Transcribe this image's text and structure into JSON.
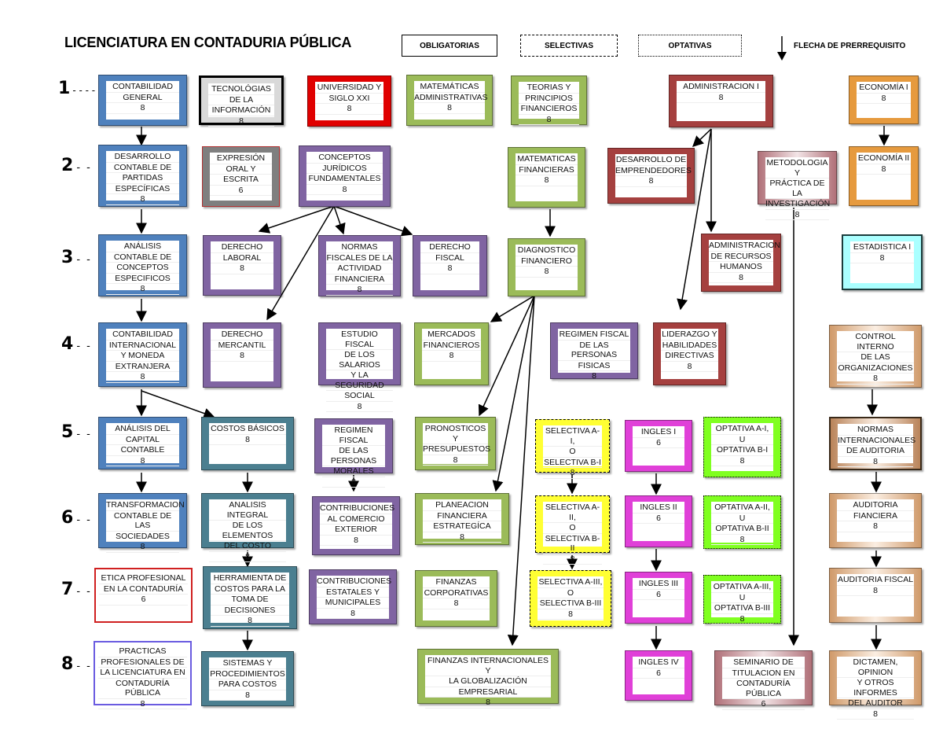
{
  "header": {
    "title": "LICENCIATURA EN  CONTADURIA PÚBLICA",
    "legend": {
      "obligatorias": "OBLIGATORIAS",
      "selectivas": "SELECTIVAS",
      "optativas": "OPTATIVAS",
      "arrow": "FLECHA DE PRERREQUISITO"
    }
  },
  "rows": [
    "1",
    "2",
    "3",
    "4",
    "5",
    "6",
    "7",
    "8"
  ],
  "colors": {
    "blue": "#4f81bd",
    "purple": "#8064a2",
    "green": "#9bbb59",
    "darkred": "#a5403f",
    "red": "#e00000",
    "orange": "#e69a3e",
    "teal": "#4b7f90",
    "magenta": "#e040d8",
    "yellow": "#ffff33",
    "lime": "#80ff20",
    "cyan": "#aaffff",
    "tan": "#d9a97e",
    "pink": "#c8a0a6",
    "gray": "#7f7f7f"
  },
  "courses": [
    {
      "id": "contabilidad-general",
      "lines": [
        "CONTABILIDAD",
        "GENERAL"
      ],
      "credits": "8"
    },
    {
      "id": "tecnologias-informacion",
      "lines": [
        "TECNOLÓGIAS",
        "DE LA",
        "INFORMACIÓN"
      ],
      "credits": "8"
    },
    {
      "id": "universidad-siglo-xxi",
      "lines": [
        "UNIVERSIDAD Y",
        "SIGLO XXI"
      ],
      "credits": "8"
    },
    {
      "id": "matematicas-administrativas",
      "lines": [
        "MATEMÁTICAS",
        "ADMINISTRATIVAS"
      ],
      "credits": "8"
    },
    {
      "id": "teorias-principios-financieros",
      "lines": [
        "TEORIAS Y",
        "PRINCIPIOS",
        "FINANCIEROS"
      ],
      "credits": "8"
    },
    {
      "id": "administracion-i",
      "lines": [
        "ADMINISTRACION I"
      ],
      "credits": "8"
    },
    {
      "id": "economia-i",
      "lines": [
        "ECONOMÍA I"
      ],
      "credits": "8"
    },
    {
      "id": "desarrollo-contable",
      "lines": [
        "DESARROLLO",
        "CONTABLE DE",
        "PARTIDAS",
        "ESPECÍFICAS"
      ],
      "credits": "8"
    },
    {
      "id": "expresion-oral-escrita",
      "lines": [
        "EXPRESIÓN",
        "ORAL Y",
        "ESCRITA"
      ],
      "credits": "6"
    },
    {
      "id": "conceptos-juridicos",
      "lines": [
        "CONCEPTOS",
        "JURÍDICOS",
        "FUNDAMENTALES"
      ],
      "credits": "8"
    },
    {
      "id": "matematicas-financieras",
      "lines": [
        "MATEMATICAS",
        "FINANCIERAS"
      ],
      "credits": "8"
    },
    {
      "id": "desarrollo-emprendedores",
      "lines": [
        "DESARROLLO DE",
        "EMPRENDEDORES"
      ],
      "credits": "8"
    },
    {
      "id": "metodologia-investigacion",
      "lines": [
        "METODOLOGIA Y",
        "PRÁCTICA DE LA",
        "INVESTIGACIÓN"
      ],
      "credits": "8"
    },
    {
      "id": "economia-ii",
      "lines": [
        "ECONOMÍA II"
      ],
      "credits": "8"
    },
    {
      "id": "analisis-contable",
      "lines": [
        "ANÁLISIS",
        "CONTABLE DE",
        "CONCEPTOS",
        "ESPECIFICOS"
      ],
      "credits": "8"
    },
    {
      "id": "derecho-laboral",
      "lines": [
        "DERECHO",
        "LABORAL"
      ],
      "credits": "8"
    },
    {
      "id": "normas-fiscales",
      "lines": [
        "NORMAS",
        "FISCALES DE LA",
        "ACTIVIDAD",
        "FINANCIERA"
      ],
      "credits": "8"
    },
    {
      "id": "derecho-fiscal",
      "lines": [
        "DERECHO",
        "FISCAL"
      ],
      "credits": "8"
    },
    {
      "id": "diagnostico-financiero",
      "lines": [
        "DIAGNOSTICO",
        "FINANCIERO"
      ],
      "credits": "8"
    },
    {
      "id": "administracion-rh",
      "lines": [
        "ADMINISTRACION",
        "DE RECURSOS",
        "HUMANOS"
      ],
      "credits": "8"
    },
    {
      "id": "estadistica-i",
      "lines": [
        "ESTADISTICA I"
      ],
      "credits": "8"
    },
    {
      "id": "contabilidad-internacional",
      "lines": [
        "CONTABILIDAD",
        "INTERNACIONAL",
        "Y MONEDA",
        "EXTRANJERA"
      ],
      "credits": "8"
    },
    {
      "id": "derecho-mercantil",
      "lines": [
        "DERECHO",
        "MERCANTIL"
      ],
      "credits": "8"
    },
    {
      "id": "estudio-fiscal-salarios",
      "lines": [
        "ESTUDIO FISCAL",
        "DE LOS SALARIOS",
        "Y LA SEGURIDAD",
        "SOCIAL"
      ],
      "credits": "8"
    },
    {
      "id": "mercados-financieros",
      "lines": [
        "MERCADOS",
        "FINANCIEROS"
      ],
      "credits": "8"
    },
    {
      "id": "regimen-fiscal-pf",
      "lines": [
        "REGIMEN FISCAL",
        "DE LAS PERSONAS",
        "FISICAS"
      ],
      "credits": "8"
    },
    {
      "id": "liderazgo",
      "lines": [
        "LIDERAZGO Y",
        "HABILIDADES",
        "DIRECTIVAS"
      ],
      "credits": "8"
    },
    {
      "id": "control-interno",
      "lines": [
        "CONTROL INTERNO",
        "DE LAS",
        "ORGANIZACIONES"
      ],
      "credits": "8"
    },
    {
      "id": "analisis-capital",
      "lines": [
        "ANÁLISIS DEL",
        "CAPITAL",
        "CONTABLE"
      ],
      "credits": "8"
    },
    {
      "id": "costos-basicos",
      "lines": [
        "COSTOS BÁSICOS"
      ],
      "credits": "8"
    },
    {
      "id": "regimen-fiscal-pm",
      "lines": [
        "REGIMEN FISCAL",
        "DE LAS PERSONAS",
        "MORALES"
      ],
      "credits": "8"
    },
    {
      "id": "pronosticos",
      "lines": [
        "PRONOSTICOS Y",
        "PRESUPUESTOS"
      ],
      "credits": "8"
    },
    {
      "id": "selectiva-i",
      "lines": [
        "SELECTIVA A-I,",
        "O",
        "SELECTIVA B-I"
      ],
      "credits": "8"
    },
    {
      "id": "ingles-i",
      "lines": [
        "INGLES I"
      ],
      "credits": "6"
    },
    {
      "id": "optativa-i",
      "lines": [
        "OPTATIVA A-I,",
        "U",
        "OPTATIVA B-I"
      ],
      "credits": "8"
    },
    {
      "id": "normas-auditoria",
      "lines": [
        "NORMAS",
        "INTERNACIONALES",
        "DE AUDITORIA"
      ],
      "credits": "8"
    },
    {
      "id": "transformacion-contable",
      "lines": [
        "TRANSFORMACION",
        "CONTABLE DE LAS",
        "SOCIEDADES"
      ],
      "credits": "8"
    },
    {
      "id": "analisis-integral-costo",
      "lines": [
        "ANALISIS INTEGRAL",
        "DE LOS ELEMENTOS",
        "DEL COSTO"
      ],
      "credits": "8"
    },
    {
      "id": "contribuciones-comercio",
      "lines": [
        "CONTRIBUCIONES",
        "AL COMERCIO",
        "EXTERIOR"
      ],
      "credits": "8"
    },
    {
      "id": "planeacion-financiera",
      "lines": [
        "PLANEACION",
        "FINANCIERA",
        "ESTRATEGÍCA"
      ],
      "credits": "8"
    },
    {
      "id": "selectiva-ii",
      "lines": [
        "SELECTIVA A-II,",
        "O",
        "SELECTIVA B-II"
      ],
      "credits": "8"
    },
    {
      "id": "ingles-ii",
      "lines": [
        "INGLES II"
      ],
      "credits": "6"
    },
    {
      "id": "optativa-ii",
      "lines": [
        "OPTATIVA A-II,",
        "U",
        "OPTATIVA B-II"
      ],
      "credits": "8"
    },
    {
      "id": "auditoria-financiera",
      "lines": [
        "AUDITORIA",
        "FIANCIERA"
      ],
      "credits": "8"
    },
    {
      "id": "etica-profesional",
      "lines": [
        "ETICA PROFESIONAL",
        "EN LA CONTADURÍA"
      ],
      "credits": "6"
    },
    {
      "id": "herramienta-costos",
      "lines": [
        "HERRAMIENTA DE",
        "COSTOS PARA LA",
        "TOMA DE",
        "DECISIONES"
      ],
      "credits": "8"
    },
    {
      "id": "contribuciones-estatales",
      "lines": [
        "CONTRIBUCIONES",
        "ESTATALES Y",
        "MUNICIPALES"
      ],
      "credits": "8"
    },
    {
      "id": "finanzas-corporativas",
      "lines": [
        "FINANZAS",
        "CORPORATIVAS"
      ],
      "credits": "8"
    },
    {
      "id": "selectiva-iii",
      "lines": [
        "SELECTIVA A-III,",
        "O",
        "SELECTIVA B-III"
      ],
      "credits": "8"
    },
    {
      "id": "ingles-iii",
      "lines": [
        "INGLES III"
      ],
      "credits": "6"
    },
    {
      "id": "optativa-iii",
      "lines": [
        "OPTATIVA A-III,",
        "U",
        "OPTATIVA B-III"
      ],
      "credits": "8"
    },
    {
      "id": "auditoria-fiscal",
      "lines": [
        "AUDITORIA FISCAL"
      ],
      "credits": "8"
    },
    {
      "id": "practicas-profesionales",
      "lines": [
        "PRACTICAS",
        "PROFESIONALES DE",
        "LA LICENCIATURA EN",
        "CONTADURÍA PÚBLICA"
      ],
      "credits": "8"
    },
    {
      "id": "sistemas-procedimientos",
      "lines": [
        "SISTEMAS Y",
        "PROCEDIMIENTOS",
        "PARA COSTOS"
      ],
      "credits": "8"
    },
    {
      "id": "finanzas-internacionales",
      "lines": [
        "FINANZAS INTERNACIONALES Y",
        "LA GLOBALIZACIÓN",
        "EMPRESARIAL"
      ],
      "credits": "8"
    },
    {
      "id": "ingles-iv",
      "lines": [
        "INGLES IV"
      ],
      "credits": "6"
    },
    {
      "id": "seminario-titulacion",
      "lines": [
        "SEMINARIO DE",
        "TITULACION EN",
        "CONTADURÍA PÚBLICA"
      ],
      "credits": "6"
    },
    {
      "id": "dictamen",
      "lines": [
        "DICTAMEN, OPINION",
        "Y OTROS INFORMES",
        "DEL AUDITOR"
      ],
      "credits": "8"
    }
  ]
}
